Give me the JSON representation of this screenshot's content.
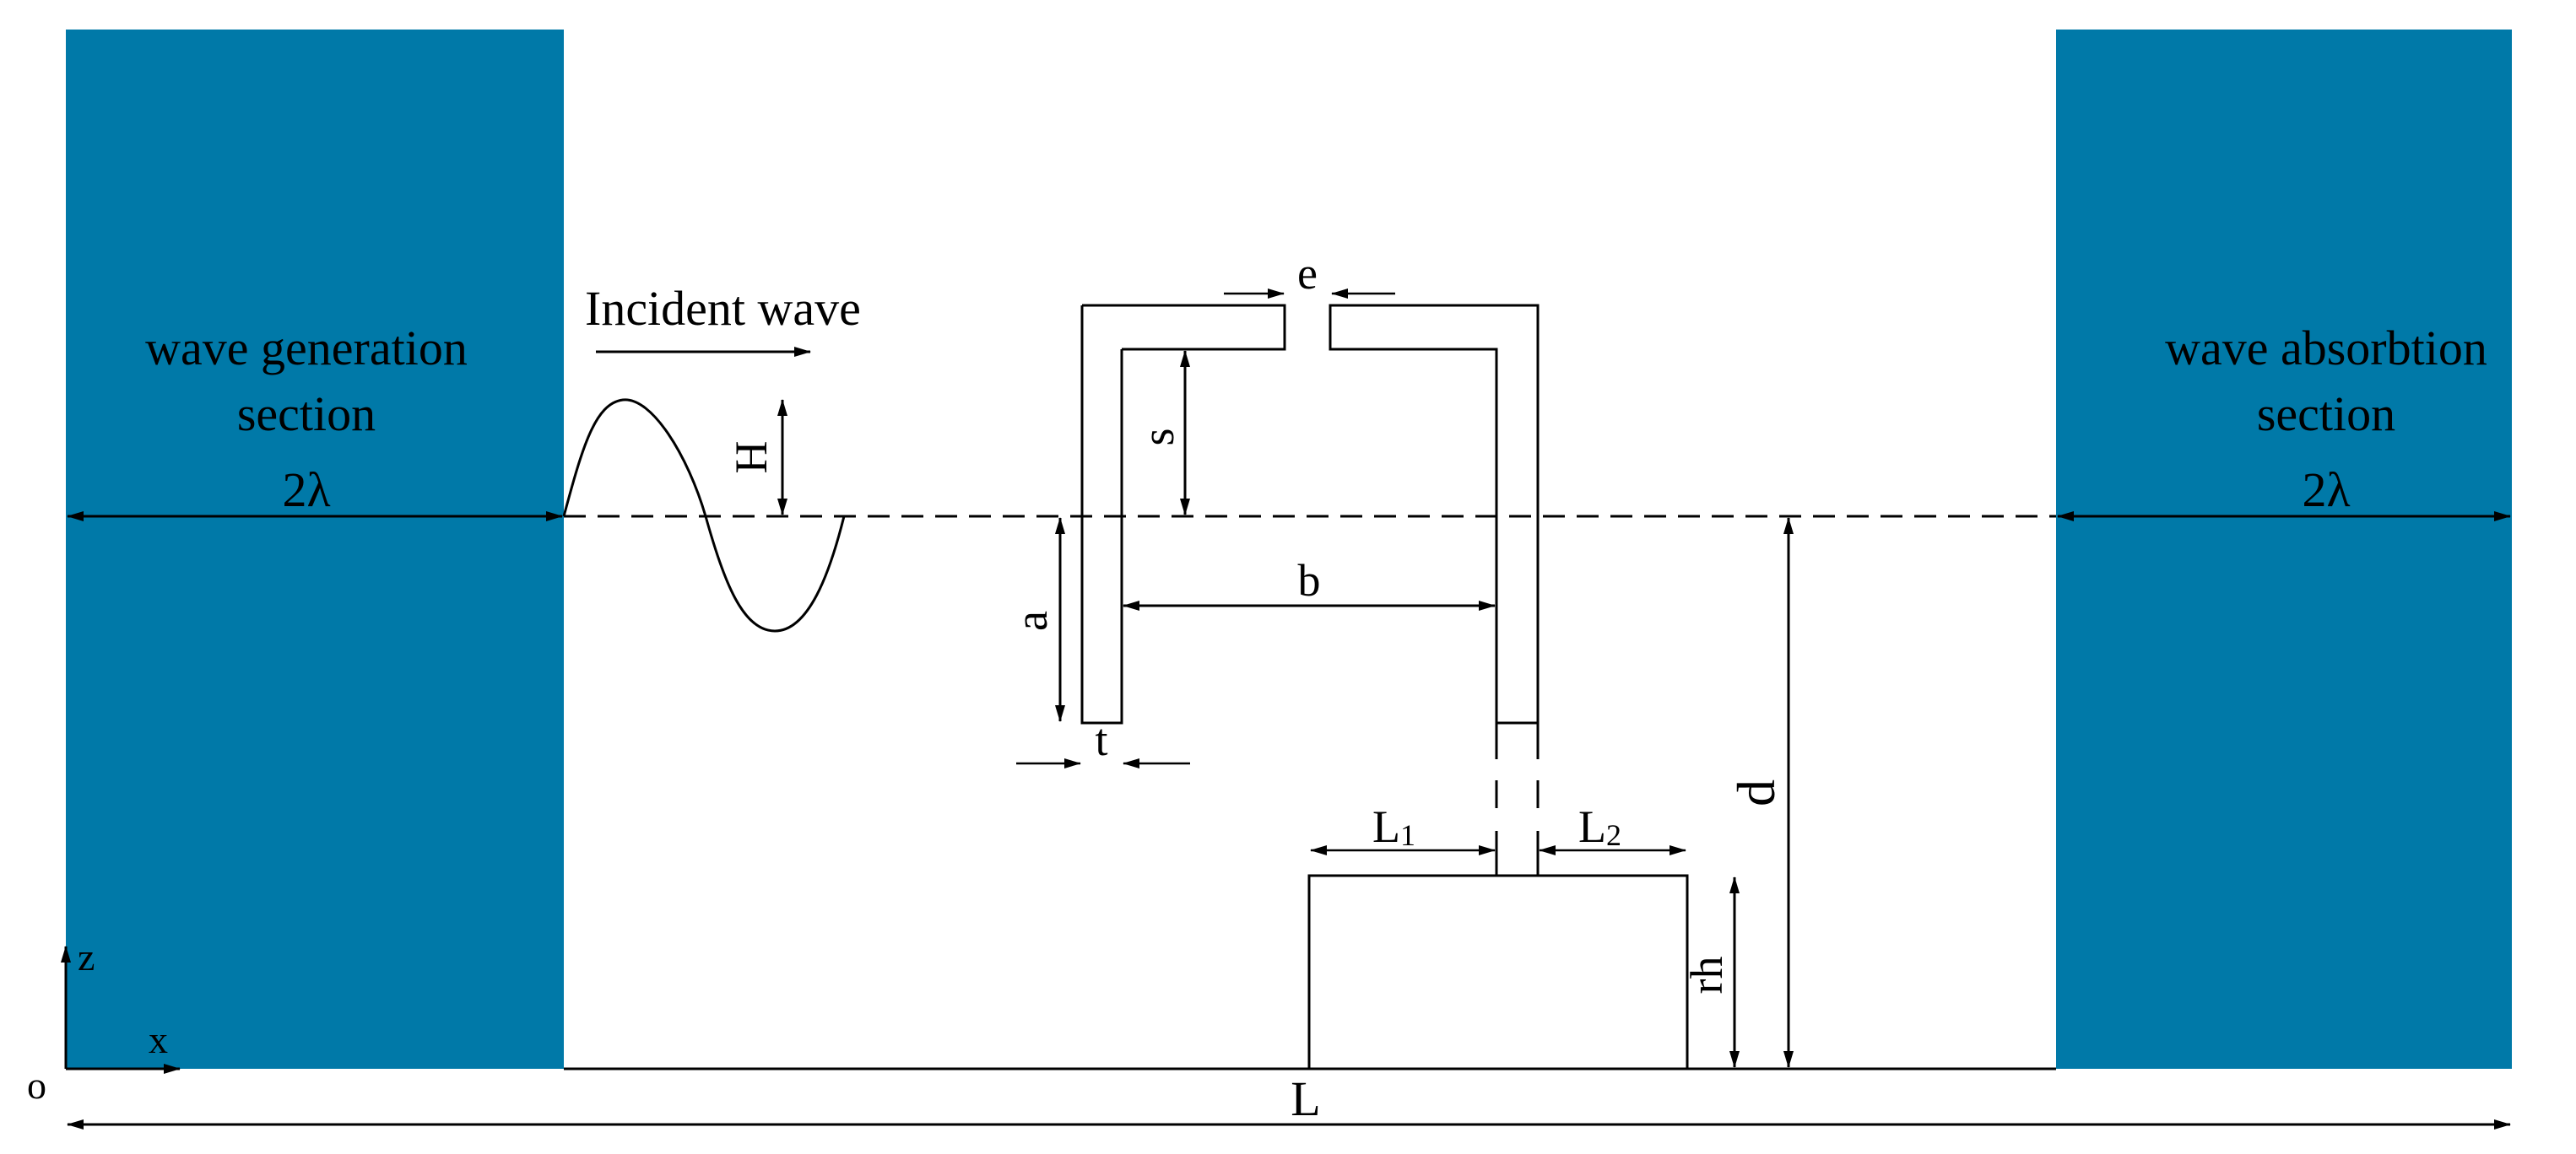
{
  "colors": {
    "zone_fill": "#0079A8",
    "line": "#000000",
    "background": "#FFFFFF"
  },
  "zones": {
    "generation": {
      "line1": "wave generation",
      "line2": "section",
      "length": "2λ"
    },
    "absorption": {
      "line1": "wave absorbtion",
      "line2": "section",
      "length": "2λ"
    }
  },
  "labels": {
    "incident_wave": "Incident wave",
    "H": "H",
    "a": "a",
    "b": "b",
    "s": "s",
    "e": "e",
    "t": "t",
    "d": "d",
    "L1_main": "L",
    "L1_sub": "1",
    "L2_main": "L",
    "L2_sub": "2",
    "rh": "rh",
    "L": "L"
  },
  "axes": {
    "z": "z",
    "x": "x",
    "origin": "o"
  }
}
